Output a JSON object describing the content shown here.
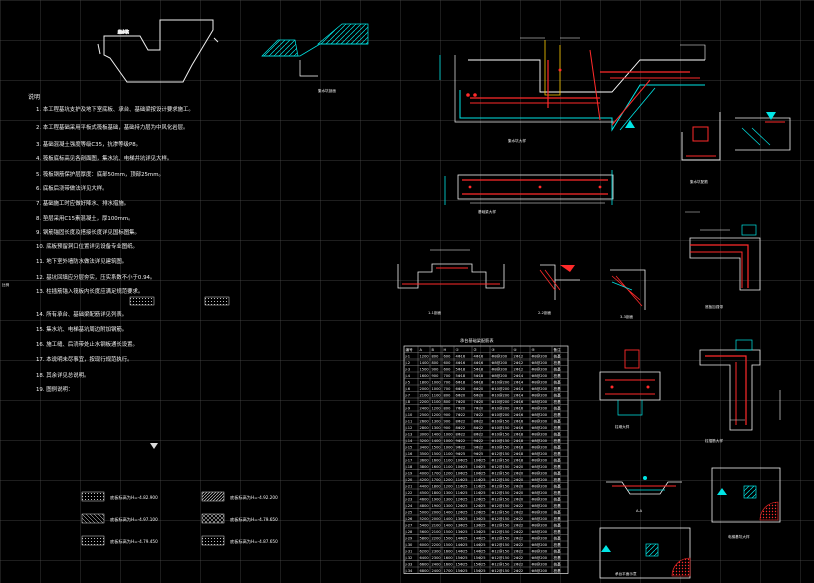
{
  "canvas": {
    "background": "#000000",
    "grid_color": "#5a5a5a"
  },
  "notes": {
    "heading": "说明",
    "items": [
      "1. 本工程基坑支护及地下室底板、承台、基础梁按设计要求施工。",
      "2. 本工程基础采用平板式筏板基础，基础持力层为中风化岩层。",
      "3. 基础混凝土强度等级C35，抗渗等级P8。",
      "4. 筏板底标高见各剖面图，集水坑、电梯井坑详见大样。",
      "5. 筏板钢筋保护层厚度：底部50mm，顶部25mm。",
      "6. 底板后浇带做法详见大样。",
      "7. 基础施工时应做好降水、排水措施。",
      "8. 垫层采用C15素混凝土，厚100mm。",
      "9. 钢筋锚固长度及搭接长度详见国标图集。",
      "10. 底板预留洞口位置详见设备专业图纸。",
      "11. 地下室外墙防水做法详见建筑图。",
      "12. 基坑回填应分层夯实，压实系数不小于0.94。",
      "13. 柱插筋锚入筏板内长度应满足规范要求。",
      "14. 所有承台、基础梁配筋详见列表。",
      "15. 集水坑、电梯基坑周边附加钢筋。",
      "16. 施工缝、后浇带处止水钢板通长设置。",
      "17. 本说明未尽事宜，按现行规范执行。",
      "18. 其余详见总说明。",
      "19. 图例说明："
    ]
  },
  "legend": {
    "items": [
      {
        "label": "底板标高为H=-4.82.900",
        "pattern": "dots"
      },
      {
        "label": "底板标高为H=-4.92.200",
        "pattern": "hatch"
      },
      {
        "label": "底板标高为H=-4.97.100",
        "pattern": "diag"
      },
      {
        "label": "底板标高为H=-4.79.650",
        "pattern": "cross"
      },
      {
        "label": "底板标高为H=-4.79.450",
        "pattern": "dots2"
      },
      {
        "label": "底板标高为H=-4.87.650",
        "pattern": "dots3"
      }
    ]
  },
  "table": {
    "title": "承台基础梁配筋表",
    "headers": [
      "编号",
      "A",
      "B",
      "H",
      "①",
      "②",
      "③",
      "④",
      "⑤",
      "备注"
    ],
    "rows": [
      [
        "J-1",
        "1200",
        "800",
        "600",
        "4Φ16",
        "4Φ16",
        "Φ8@200",
        "2Φ12",
        "Φ8@200",
        "桩基"
      ],
      [
        "J-2",
        "1400",
        "800",
        "600",
        "4Φ16",
        "4Φ16",
        "Φ8@200",
        "2Φ12",
        "Φ8@200",
        "桩基"
      ],
      [
        "J-3",
        "1500",
        "900",
        "600",
        "5Φ18",
        "5Φ18",
        "Φ8@200",
        "2Φ12",
        "Φ8@200",
        "桩基"
      ],
      [
        "J-4",
        "1600",
        "900",
        "700",
        "5Φ18",
        "5Φ18",
        "Φ8@200",
        "2Φ14",
        "Φ8@200",
        "桩基"
      ],
      [
        "J-5",
        "1800",
        "1000",
        "700",
        "6Φ18",
        "6Φ18",
        "Φ10@200",
        "2Φ14",
        "Φ8@200",
        "桩基"
      ],
      [
        "J-6",
        "2000",
        "1000",
        "700",
        "6Φ20",
        "6Φ20",
        "Φ10@200",
        "2Φ14",
        "Φ8@200",
        "桩基"
      ],
      [
        "J-7",
        "2100",
        "1100",
        "800",
        "6Φ20",
        "6Φ20",
        "Φ10@200",
        "2Φ14",
        "Φ8@200",
        "桩基"
      ],
      [
        "J-8",
        "2200",
        "1100",
        "800",
        "7Φ20",
        "7Φ20",
        "Φ10@200",
        "2Φ16",
        "Φ8@200",
        "桩基"
      ],
      [
        "J-9",
        "2400",
        "1200",
        "800",
        "7Φ20",
        "7Φ20",
        "Φ10@200",
        "2Φ16",
        "Φ8@200",
        "桩基"
      ],
      [
        "J-10",
        "2500",
        "1200",
        "900",
        "7Φ22",
        "7Φ22",
        "Φ10@200",
        "2Φ16",
        "Φ8@200",
        "桩基"
      ],
      [
        "J-11",
        "2600",
        "1300",
        "900",
        "8Φ22",
        "8Φ22",
        "Φ10@150",
        "2Φ16",
        "Φ8@200",
        "桩基"
      ],
      [
        "J-12",
        "2800",
        "1300",
        "900",
        "8Φ22",
        "8Φ22",
        "Φ10@150",
        "2Φ16",
        "Φ8@200",
        "桩基"
      ],
      [
        "J-13",
        "3000",
        "1400",
        "1000",
        "8Φ22",
        "8Φ22",
        "Φ10@150",
        "2Φ18",
        "Φ8@200",
        "桩基"
      ],
      [
        "J-14",
        "3200",
        "1400",
        "1000",
        "9Φ22",
        "9Φ22",
        "Φ10@150",
        "2Φ18",
        "Φ8@200",
        "桩基"
      ],
      [
        "J-15",
        "3400",
        "1500",
        "1000",
        "9Φ22",
        "9Φ22",
        "Φ10@150",
        "2Φ18",
        "Φ8@200",
        "桩基"
      ],
      [
        "J-16",
        "3500",
        "1500",
        "1100",
        "9Φ25",
        "9Φ25",
        "Φ12@150",
        "2Φ18",
        "Φ8@200",
        "桩基"
      ],
      [
        "J-17",
        "3600",
        "1600",
        "1100",
        "10Φ25",
        "10Φ25",
        "Φ12@150",
        "2Φ18",
        "Φ8@200",
        "桩基"
      ],
      [
        "J-18",
        "3800",
        "1600",
        "1100",
        "10Φ25",
        "10Φ25",
        "Φ12@150",
        "2Φ20",
        "Φ8@200",
        "桩基"
      ],
      [
        "J-19",
        "4000",
        "1700",
        "1200",
        "10Φ25",
        "10Φ25",
        "Φ12@150",
        "2Φ20",
        "Φ8@200",
        "桩基"
      ],
      [
        "J-20",
        "4200",
        "1700",
        "1200",
        "11Φ25",
        "11Φ25",
        "Φ12@150",
        "2Φ20",
        "Φ8@200",
        "桩基"
      ],
      [
        "J-21",
        "4400",
        "1800",
        "1200",
        "11Φ25",
        "11Φ25",
        "Φ12@150",
        "2Φ20",
        "Φ8@200",
        "桩基"
      ],
      [
        "J-22",
        "4500",
        "1800",
        "1300",
        "11Φ25",
        "11Φ25",
        "Φ12@150",
        "2Φ20",
        "Φ8@200",
        "桩基"
      ],
      [
        "J-23",
        "4600",
        "1900",
        "1300",
        "12Φ25",
        "12Φ25",
        "Φ12@150",
        "2Φ20",
        "Φ8@200",
        "桩基"
      ],
      [
        "J-24",
        "4800",
        "1900",
        "1300",
        "12Φ25",
        "12Φ25",
        "Φ12@150",
        "2Φ22",
        "Φ8@200",
        "桩基"
      ],
      [
        "J-25",
        "5000",
        "2000",
        "1400",
        "12Φ25",
        "12Φ25",
        "Φ12@150",
        "2Φ22",
        "Φ8@200",
        "桩基"
      ],
      [
        "J-26",
        "5200",
        "2000",
        "1400",
        "13Φ25",
        "13Φ25",
        "Φ12@150",
        "2Φ22",
        "Φ8@200",
        "桩基"
      ],
      [
        "J-27",
        "5400",
        "2100",
        "1400",
        "13Φ25",
        "13Φ25",
        "Φ12@150",
        "2Φ22",
        "Φ8@200",
        "桩基"
      ],
      [
        "J-28",
        "5600",
        "2100",
        "1500",
        "13Φ25",
        "13Φ25",
        "Φ12@150",
        "2Φ22",
        "Φ8@200",
        "桩基"
      ],
      [
        "J-29",
        "5800",
        "2200",
        "1500",
        "14Φ25",
        "14Φ25",
        "Φ12@150",
        "2Φ22",
        "Φ8@200",
        "桩基"
      ],
      [
        "J-30",
        "6000",
        "2200",
        "1500",
        "14Φ25",
        "14Φ25",
        "Φ12@150",
        "2Φ22",
        "Φ8@200",
        "桩基"
      ],
      [
        "J-31",
        "6200",
        "2300",
        "1600",
        "14Φ25",
        "14Φ25",
        "Φ12@150",
        "2Φ22",
        "Φ8@200",
        "桩基"
      ],
      [
        "J-32",
        "6400",
        "2300",
        "1600",
        "15Φ25",
        "15Φ25",
        "Φ12@150",
        "2Φ22",
        "Φ8@200",
        "桩基"
      ],
      [
        "J-33",
        "6600",
        "2400",
        "1600",
        "15Φ25",
        "15Φ25",
        "Φ12@150",
        "2Φ22",
        "Φ8@200",
        "桩基"
      ],
      [
        "J-34",
        "6800",
        "2400",
        "1700",
        "15Φ25",
        "15Φ25",
        "Φ12@150",
        "2Φ22",
        "Φ8@200",
        "桩基"
      ]
    ]
  },
  "details": {
    "top_left_label": "集水坑",
    "retaining_label": "集水坑剖面",
    "section_main_label": "集水坑大样",
    "beam_label": "基础梁大样",
    "pit_detail": "集水坑配筋",
    "detail_1": "1-1剖面",
    "detail_2": "2-2剖面",
    "detail_3": "3-3剖面",
    "detail_4": "后浇带大样",
    "detail_5": "底板加强带",
    "detail_6": "柱墩大样",
    "detail_7": "电梯基坑大样",
    "detail_8": "柱插筋大样",
    "detail_9": "A-A",
    "detail_10": "承台平面示意",
    "left_mark": "比例"
  }
}
